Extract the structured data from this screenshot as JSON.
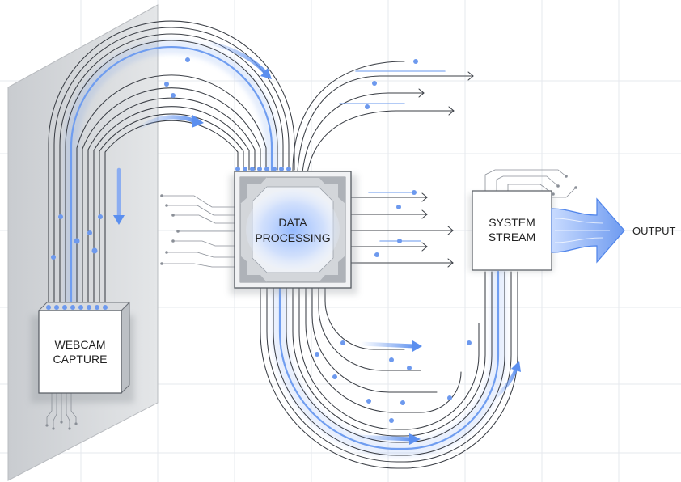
{
  "nodes": {
    "webcam": {
      "line1": "WEBCAM",
      "line2": "CAPTURE"
    },
    "processing": {
      "line1": "DATA",
      "line2": "PROCESSING"
    },
    "stream": {
      "line1": "SYSTEM",
      "line2": "STREAM"
    },
    "output": {
      "label": "OUTPUT"
    }
  },
  "colors": {
    "accent": "#5b8fef",
    "wire": "#3b3f46",
    "grid": "#e6e9ee",
    "panel": "#d7d9dc",
    "box_border": "#555a61"
  },
  "icons": [
    "flow-arrow-icon",
    "output-arrow-icon",
    "connector-dot-icon"
  ]
}
